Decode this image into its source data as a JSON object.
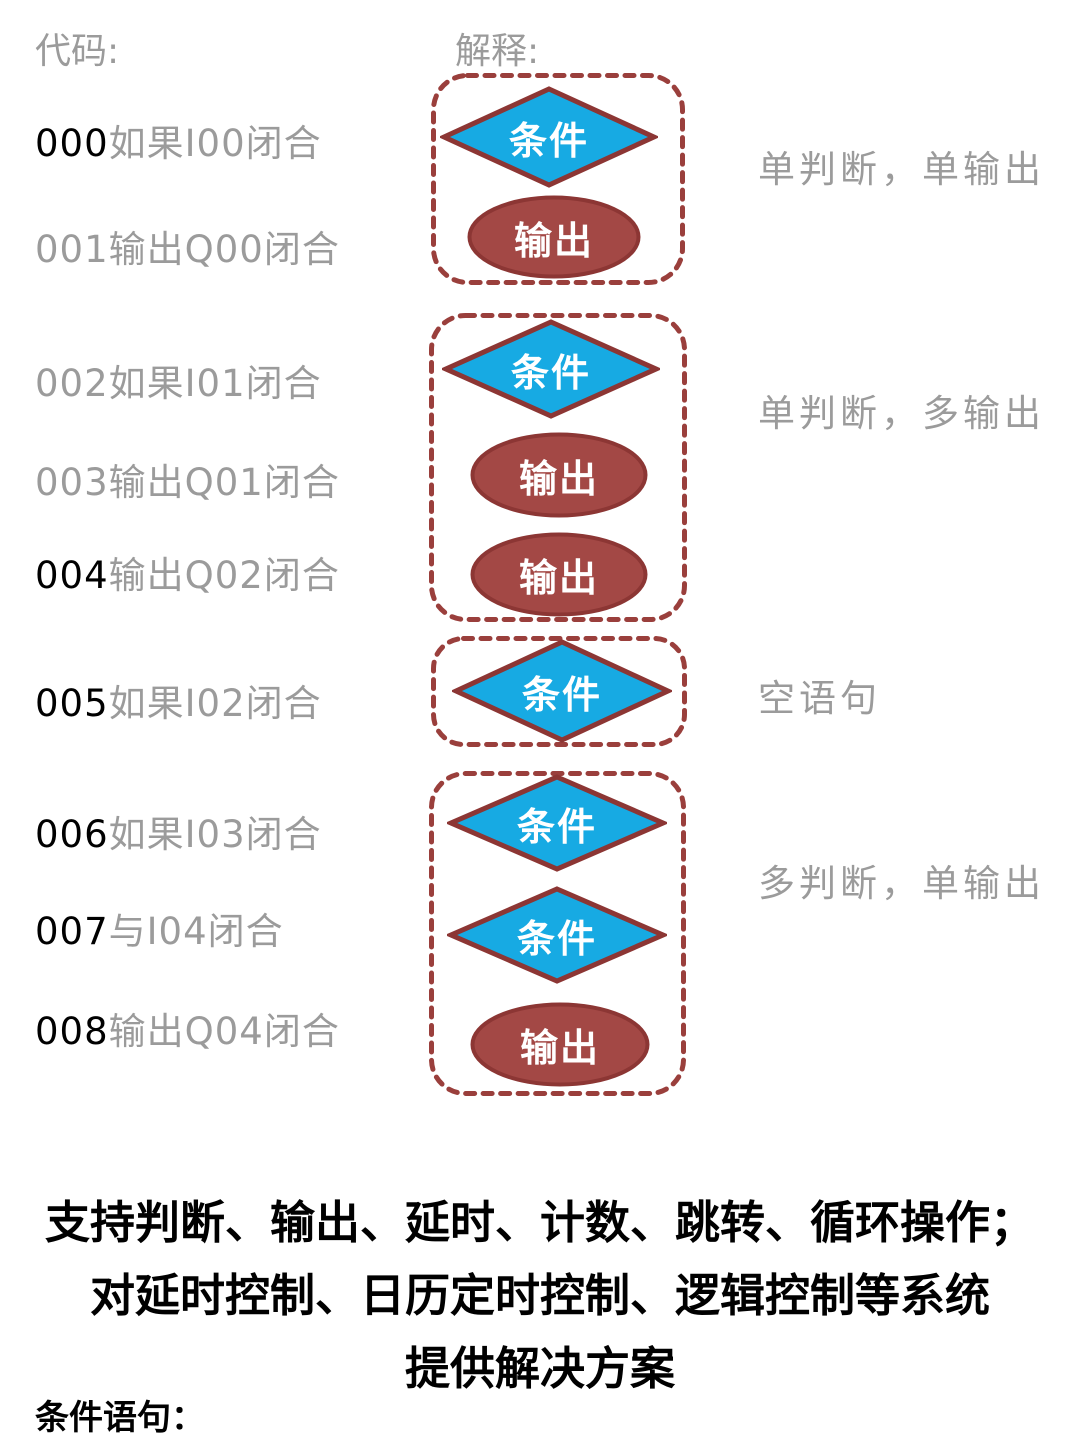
{
  "header": {
    "code_label": "代码:",
    "explain_label": "解释:"
  },
  "code_lines": [
    {
      "num": "000",
      "text": "如果I00闭合"
    },
    {
      "num": "001",
      "text": "输出Q00闭合"
    },
    {
      "num": "002",
      "text": "如果I01闭合"
    },
    {
      "num": "003",
      "text": "输出Q01闭合"
    },
    {
      "num": "004",
      "text": "输出Q02闭合"
    },
    {
      "num": "005",
      "text": "如果I02闭合"
    },
    {
      "num": "006",
      "text": "如果I03闭合"
    },
    {
      "num": "007",
      "text": "与I04闭合"
    },
    {
      "num": "008",
      "text": "输出Q04闭合"
    }
  ],
  "groups": [
    {
      "annotation": "单判断，单输出",
      "nodes": [
        {
          "type": "diamond",
          "label": "条件"
        },
        {
          "type": "ellipse",
          "label": "输出"
        }
      ]
    },
    {
      "annotation": "单判断，多输出",
      "nodes": [
        {
          "type": "diamond",
          "label": "条件"
        },
        {
          "type": "ellipse",
          "label": "输出"
        },
        {
          "type": "ellipse",
          "label": "输出"
        }
      ]
    },
    {
      "annotation": "空语句",
      "nodes": [
        {
          "type": "diamond",
          "label": "条件"
        }
      ]
    },
    {
      "annotation": "多判断，单输出",
      "nodes": [
        {
          "type": "diamond",
          "label": "条件"
        },
        {
          "type": "diamond",
          "label": "条件"
        },
        {
          "type": "ellipse",
          "label": "输出"
        }
      ]
    }
  ],
  "footer": {
    "lines": [
      "支持判断、输出、延时、计数、跳转、循环操作；",
      "对延时控制、日历定时控制、逻辑控制等系统",
      "提供解决方案"
    ],
    "section_label": "条件语句："
  },
  "colors": {
    "diamond_fill": "#17aae3",
    "ellipse_fill": "#a34845",
    "shape_stroke": "#8c3634",
    "dash_border": "#9a3f3c",
    "gray_text": "#9b9b9b",
    "black_text": "#000000"
  }
}
